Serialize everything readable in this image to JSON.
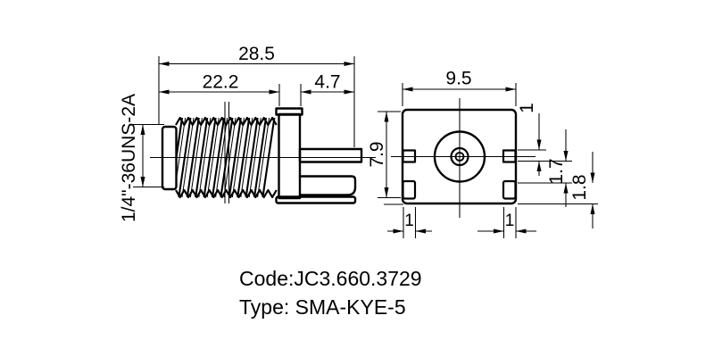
{
  "side_view": {
    "thread_label": "1/4\"-36UNS-2A",
    "dim_overall": "28.5",
    "dim_thread_length": "22.2",
    "dim_tab_length": "4.7"
  },
  "front_view": {
    "dim_width": "9.5",
    "dim_height": "7.9",
    "dim_top_step": "1",
    "dim_slot": "1.7",
    "dim_foot": "1.8",
    "dim_notch_left": "1",
    "dim_notch_right": "1"
  },
  "footer": {
    "code": "Code:JC3.660.3729",
    "type": "Type: SMA-KYE-5"
  },
  "colors": {
    "ink": "#000000",
    "background": "#ffffff"
  }
}
